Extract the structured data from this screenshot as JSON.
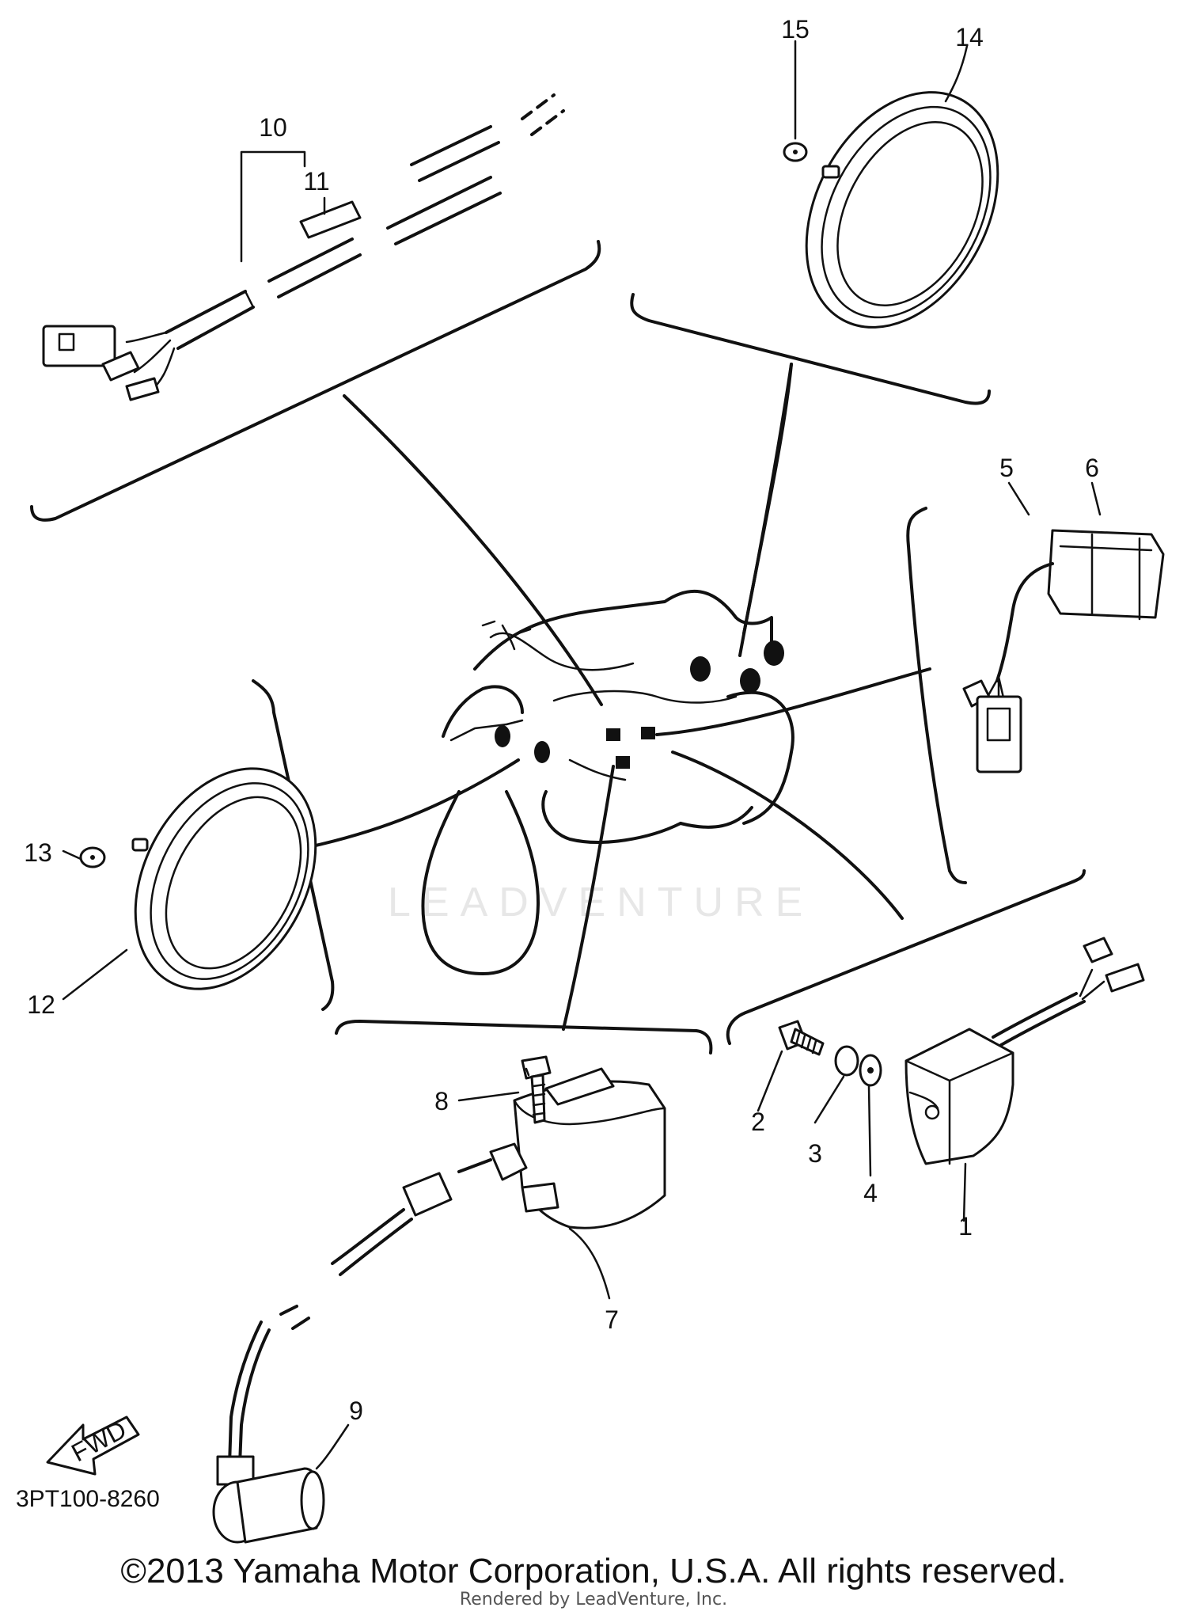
{
  "diagram": {
    "callouts": [
      "1",
      "2",
      "3",
      "4",
      "5",
      "6",
      "7",
      "8",
      "9",
      "10",
      "11",
      "12",
      "13",
      "14",
      "15"
    ],
    "direction_arrow_label": "FWD",
    "diagram_code": "3PT100-8260",
    "copyright": "©2013 Yamaha Motor Corporation, U.S.A. All rights reserved.",
    "rendered_by": "Rendered by LeadVenture, Inc.",
    "watermark": "LEADVENTURE"
  }
}
